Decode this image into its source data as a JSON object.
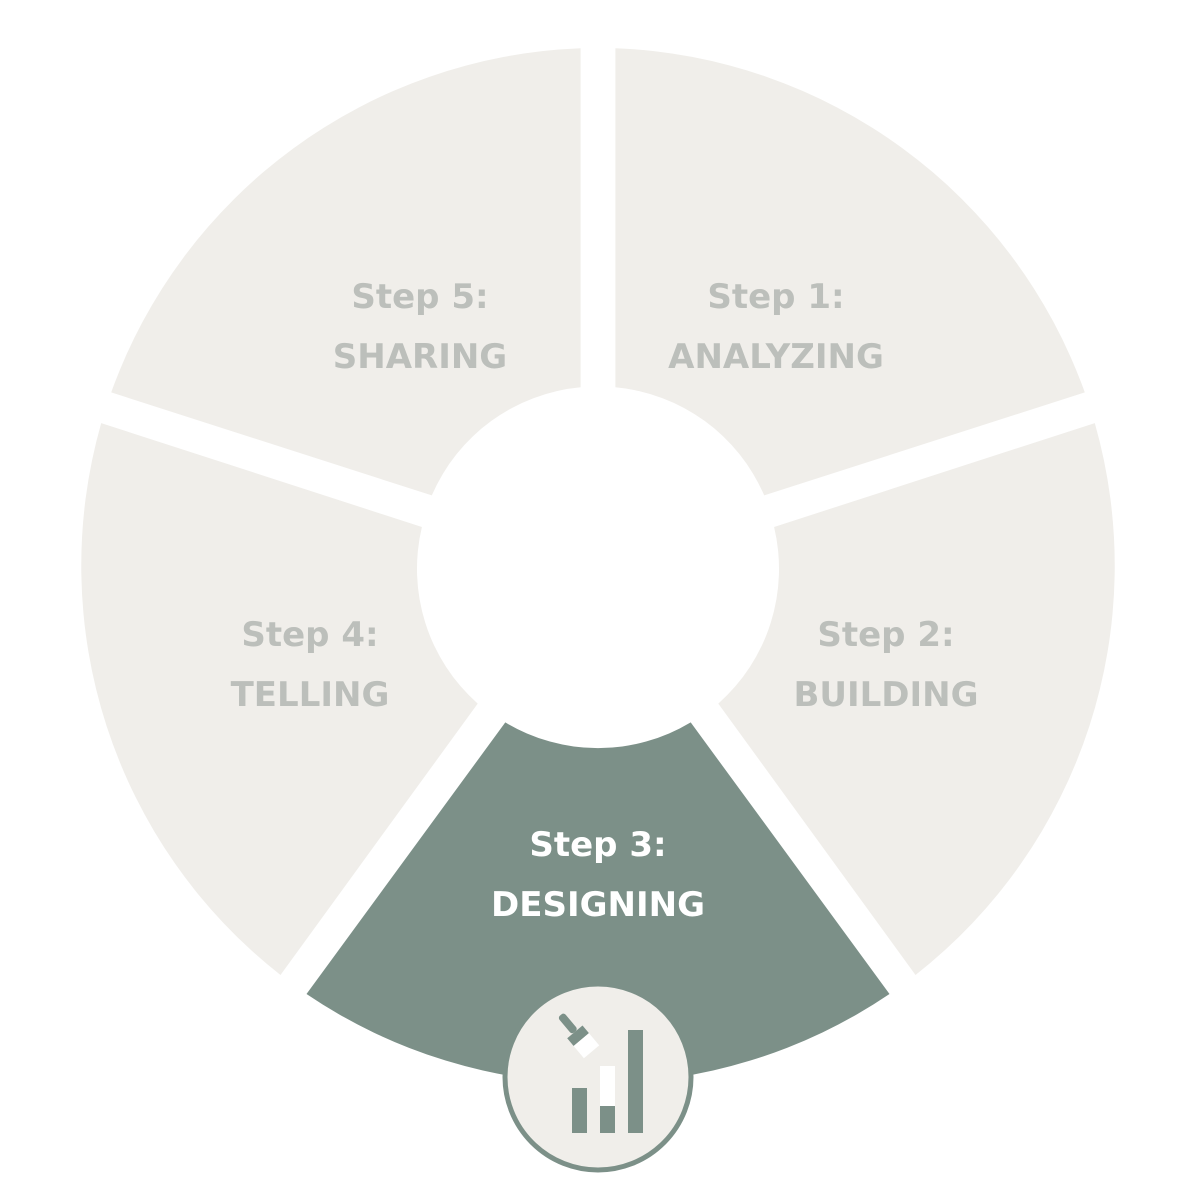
{
  "colors": {
    "segment_fill": "#f0eeea",
    "segment_text": "#bcbfbb",
    "active_fill": "#7c9088",
    "active_text": "#ffffff",
    "icon_bg": "#f0eeea",
    "icon_ring": "#7c9088",
    "icon_fg": "#7c9088",
    "icon_highlight": "#ffffff"
  },
  "steps": [
    {
      "step": "Step 1:",
      "name": "ANALYZING",
      "active": false
    },
    {
      "step": "Step 2:",
      "name": "BUILDING",
      "active": false
    },
    {
      "step": "Step 3:",
      "name": "DESIGNING",
      "active": true,
      "icon": "paintbrush-bar-chart-icon"
    },
    {
      "step": "Step 4:",
      "name": "TELLING",
      "active": false
    },
    {
      "step": "Step 5:",
      "name": "SHARING",
      "active": false
    }
  ]
}
